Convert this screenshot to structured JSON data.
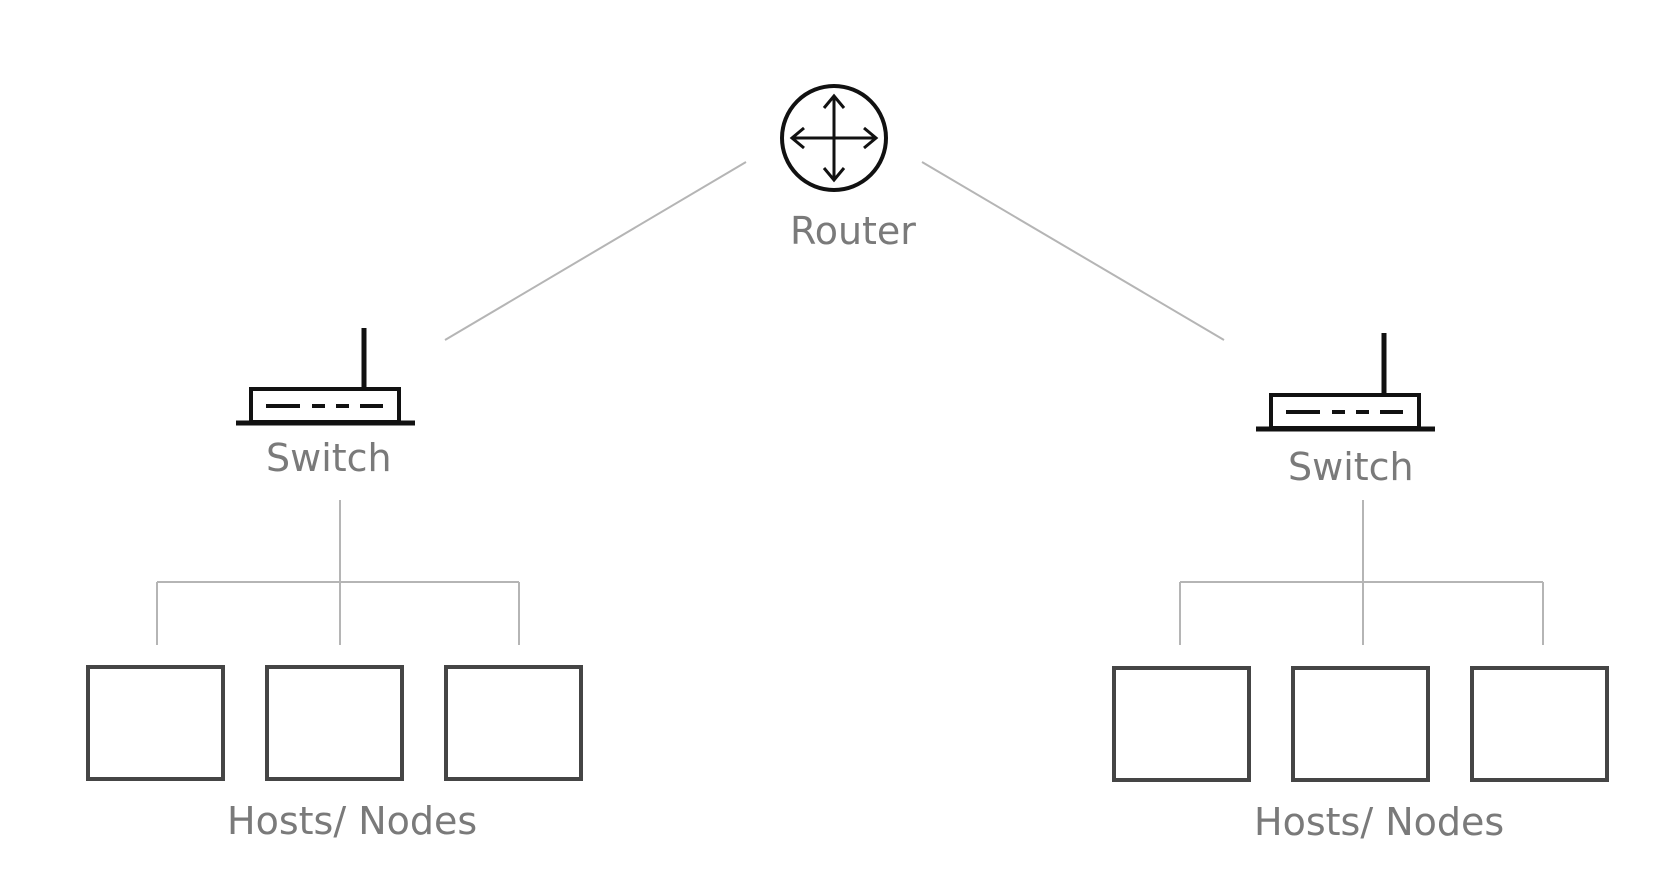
{
  "router": {
    "label": "Router",
    "icon": "router-icon"
  },
  "switch_left": {
    "label": "Switch",
    "icon": "switch-icon"
  },
  "switch_right": {
    "label": "Switch",
    "icon": "switch-icon"
  },
  "hosts_left": {
    "label": "Hosts/ Nodes",
    "count": 3
  },
  "hosts_right": {
    "label": "Hosts/ Nodes",
    "count": 3
  },
  "colors": {
    "label": "#7a7a7a",
    "connector": "#b5b5b5",
    "device": "#111111",
    "host_border": "#454545"
  }
}
